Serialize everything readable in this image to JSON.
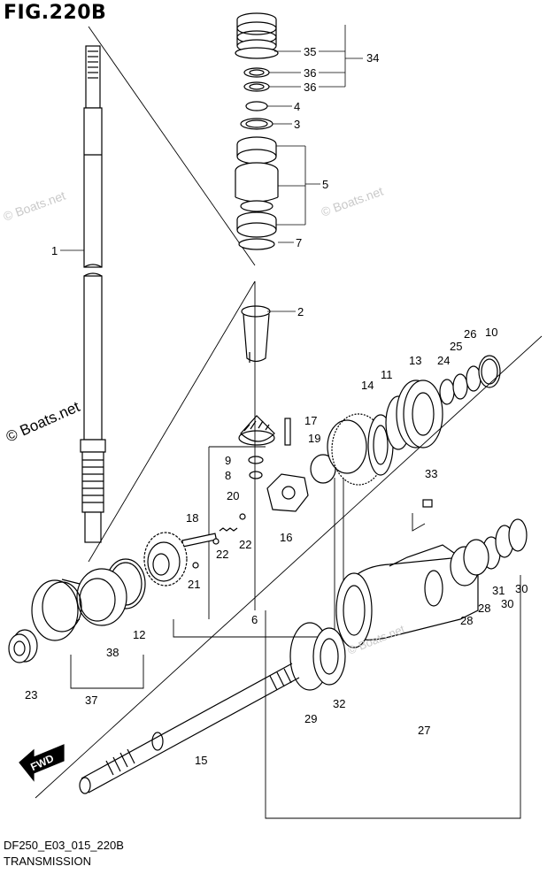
{
  "figure": {
    "title": "FIG.220B",
    "code": "DF250_E03_015_220B",
    "name": "TRANSMISSION"
  },
  "watermarks": [
    {
      "text": "© Boats.net"
    },
    {
      "text": "© Boats.net"
    },
    {
      "text": "© Boats.net"
    },
    {
      "text": "© Boats.net"
    }
  ],
  "fwd_label": "FWD",
  "callouts": [
    {
      "id": "c1",
      "label": "1"
    },
    {
      "id": "c2",
      "label": "2"
    },
    {
      "id": "c3",
      "label": "3"
    },
    {
      "id": "c4",
      "label": "4"
    },
    {
      "id": "c5",
      "label": "5"
    },
    {
      "id": "c6",
      "label": "6"
    },
    {
      "id": "c7",
      "label": "7"
    },
    {
      "id": "c8",
      "label": "8"
    },
    {
      "id": "c9",
      "label": "9"
    },
    {
      "id": "c10",
      "label": "10"
    },
    {
      "id": "c11",
      "label": "11"
    },
    {
      "id": "c12",
      "label": "12"
    },
    {
      "id": "c13",
      "label": "13"
    },
    {
      "id": "c14",
      "label": "14"
    },
    {
      "id": "c15",
      "label": "15"
    },
    {
      "id": "c16",
      "label": "16"
    },
    {
      "id": "c17",
      "label": "17"
    },
    {
      "id": "c18",
      "label": "18"
    },
    {
      "id": "c19",
      "label": "19"
    },
    {
      "id": "c20",
      "label": "20"
    },
    {
      "id": "c21",
      "label": "21"
    },
    {
      "id": "c22a",
      "label": "22"
    },
    {
      "id": "c22b",
      "label": "22"
    },
    {
      "id": "c23",
      "label": "23"
    },
    {
      "id": "c24",
      "label": "24"
    },
    {
      "id": "c25",
      "label": "25"
    },
    {
      "id": "c26",
      "label": "26"
    },
    {
      "id": "c27",
      "label": "27"
    },
    {
      "id": "c28a",
      "label": "28"
    },
    {
      "id": "c28b",
      "label": "28"
    },
    {
      "id": "c29",
      "label": "29"
    },
    {
      "id": "c30a",
      "label": "30"
    },
    {
      "id": "c30b",
      "label": "30"
    },
    {
      "id": "c31",
      "label": "31"
    },
    {
      "id": "c32",
      "label": "32"
    },
    {
      "id": "c33",
      "label": "33"
    },
    {
      "id": "c34",
      "label": "34"
    },
    {
      "id": "c35",
      "label": "35"
    },
    {
      "id": "c36a",
      "label": "36"
    },
    {
      "id": "c36b",
      "label": "36"
    },
    {
      "id": "c37",
      "label": "37"
    },
    {
      "id": "c38",
      "label": "38"
    }
  ]
}
